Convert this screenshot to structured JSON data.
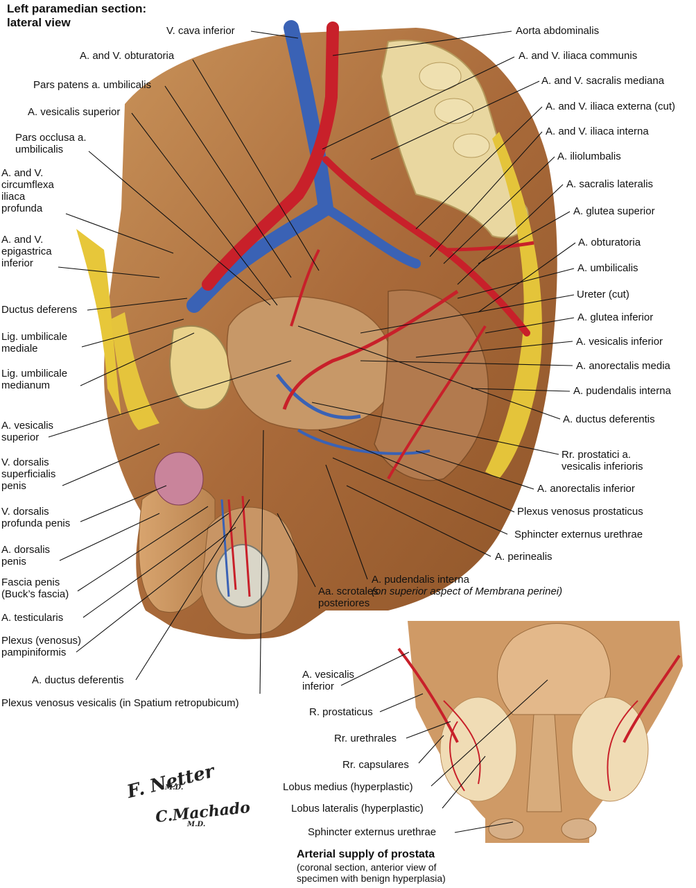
{
  "title_lines": [
    "Left paramedian section:",
    "lateral view"
  ],
  "labels_right": [
    {
      "id": "vena-cava-inferior",
      "text": "V. cava inferior"
    },
    {
      "id": "aorta-abdominalis",
      "text": "Aorta abdominalis"
    },
    {
      "id": "a-v-obturatoria",
      "text": "A. and V. obturatoria"
    },
    {
      "id": "a-v-iliaca-communis",
      "text": "A. and V. iliaca communis"
    },
    {
      "id": "a-v-sacralis-mediana",
      "text": "A. and V. sacralis mediana"
    },
    {
      "id": "a-v-iliaca-externa",
      "text": "A. and V. iliaca externa (cut)"
    },
    {
      "id": "a-v-iliaca-interna",
      "text": "A. and V. iliaca interna"
    },
    {
      "id": "a-iliolumbalis",
      "text": "A. iliolumbalis"
    },
    {
      "id": "a-sacralis-lateralis",
      "text": "A. sacralis lateralis"
    },
    {
      "id": "a-glutea-superior",
      "text": "A. glutea superior"
    },
    {
      "id": "a-obturatoria",
      "text": "A. obturatoria"
    },
    {
      "id": "a-umbilicalis",
      "text": "A. umbilicalis"
    },
    {
      "id": "ureter-cut",
      "text": "Ureter (cut)"
    },
    {
      "id": "a-glutea-inferior",
      "text": "A. glutea inferior"
    },
    {
      "id": "a-vesicalis-inferior",
      "text": "A. vesicalis inferior"
    },
    {
      "id": "a-anorectalis-media",
      "text": "A. anorectalis media"
    },
    {
      "id": "a-pudendalis-interna",
      "text": "A. pudendalis interna"
    },
    {
      "id": "a-ductus-deferentis-right",
      "text": "A. ductus deferentis"
    },
    {
      "id": "rr-prostatici-1",
      "text": "Rr. prostatici a."
    },
    {
      "id": "rr-prostatici-2",
      "text": "vesicalis inferioris"
    },
    {
      "id": "a-anorectalis-inferior",
      "text": "A. anorectalis inferior"
    },
    {
      "id": "plexus-venosus-prostaticus",
      "text": "Plexus venosus prostaticus"
    },
    {
      "id": "sphincter-externus-urethrae",
      "text": "Sphincter externus urethrae"
    },
    {
      "id": "a-perinealis",
      "text": "A. perinealis"
    },
    {
      "id": "a-pudendalis-interna-2",
      "text": "A. pudendalis interna"
    },
    {
      "id": "a-pudendalis-interna-2b",
      "text": "(on superior aspect of Membrana perinei)"
    },
    {
      "id": "aa-scrotales-1",
      "text": "Aa. scrotales"
    },
    {
      "id": "aa-scrotales-2",
      "text": "posteriores"
    }
  ],
  "labels_left": [
    {
      "id": "pars-patens",
      "text": "Pars patens a. umbilicalis"
    },
    {
      "id": "a-vesicalis-superior-top",
      "text": "A. vesicalis superior"
    },
    {
      "id": "pars-occlusa-1",
      "text": "Pars occlusa a."
    },
    {
      "id": "pars-occlusa-2",
      "text": "umbilicalis"
    },
    {
      "id": "circumflexa-1",
      "text": "A. and V."
    },
    {
      "id": "circumflexa-2",
      "text": "circumflexa"
    },
    {
      "id": "circumflexa-3",
      "text": "iliaca"
    },
    {
      "id": "circumflexa-4",
      "text": "profunda"
    },
    {
      "id": "epigastrica-1",
      "text": "A. and V."
    },
    {
      "id": "epigastrica-2",
      "text": "epigastrica"
    },
    {
      "id": "epigastrica-3",
      "text": "inferior"
    },
    {
      "id": "ductus-deferens",
      "text": "Ductus deferens"
    },
    {
      "id": "lig-mediale-1",
      "text": "Lig. umbilicale"
    },
    {
      "id": "lig-mediale-2",
      "text": "mediale"
    },
    {
      "id": "lig-medianum-1",
      "text": "Lig. umbilicale"
    },
    {
      "id": "lig-medianum-2",
      "text": "medianum"
    },
    {
      "id": "a-ves-sup-1",
      "text": "A. vesicalis"
    },
    {
      "id": "a-ves-sup-2",
      "text": "superior"
    },
    {
      "id": "v-dors-sup-1",
      "text": "V. dorsalis"
    },
    {
      "id": "v-dors-sup-2",
      "text": "superficialis"
    },
    {
      "id": "v-dors-sup-3",
      "text": "penis"
    },
    {
      "id": "v-dors-prof-1",
      "text": "V. dorsalis"
    },
    {
      "id": "v-dors-prof-2",
      "text": "profunda penis"
    },
    {
      "id": "a-dors-1",
      "text": "A. dorsalis"
    },
    {
      "id": "a-dors-2",
      "text": "penis"
    },
    {
      "id": "fascia-1",
      "text": "Fascia penis"
    },
    {
      "id": "fascia-2",
      "text": "(Buck’s fascia)"
    },
    {
      "id": "a-testicularis",
      "text": "A. testicularis"
    },
    {
      "id": "plexus-pamp-1",
      "text": "Plexus (venosus)"
    },
    {
      "id": "plexus-pamp-2",
      "text": "pampiniformis"
    },
    {
      "id": "a-ductus-def-left",
      "text": "A. ductus deferentis"
    },
    {
      "id": "plexus-ves",
      "text": "Plexus venosus vesicalis (in Spatium retropubicum)"
    }
  ],
  "inset_labels": [
    {
      "id": "ins-ves-inf-1",
      "text": "A. vesicalis"
    },
    {
      "id": "ins-ves-inf-2",
      "text": "inferior"
    },
    {
      "id": "ins-r-prostaticus",
      "text": "R. prostaticus"
    },
    {
      "id": "ins-rr-urethrales",
      "text": "Rr. urethrales"
    },
    {
      "id": "ins-rr-capsulares",
      "text": "Rr. capsulares"
    },
    {
      "id": "ins-lobus-medius",
      "text": "Lobus medius (hyperplastic)"
    },
    {
      "id": "ins-lobus-lateralis",
      "text": "Lobus lateralis (hyperplastic)"
    },
    {
      "id": "ins-sphincter",
      "text": "Sphincter externus urethrae"
    }
  ],
  "inset_title": "Arterial supply of prostata",
  "inset_caption": [
    "(coronal section, anterior view of",
    "specimen with benign hyperplasia)"
  ],
  "signatures": [
    "F. Netter",
    "M.D.",
    "C.Machado",
    "M.D."
  ],
  "colors": {
    "artery": "#c8202a",
    "vein": "#3a62b5",
    "muscle": "#b97a45",
    "bone": "#e8d59a",
    "fat": "#e9c93c"
  }
}
